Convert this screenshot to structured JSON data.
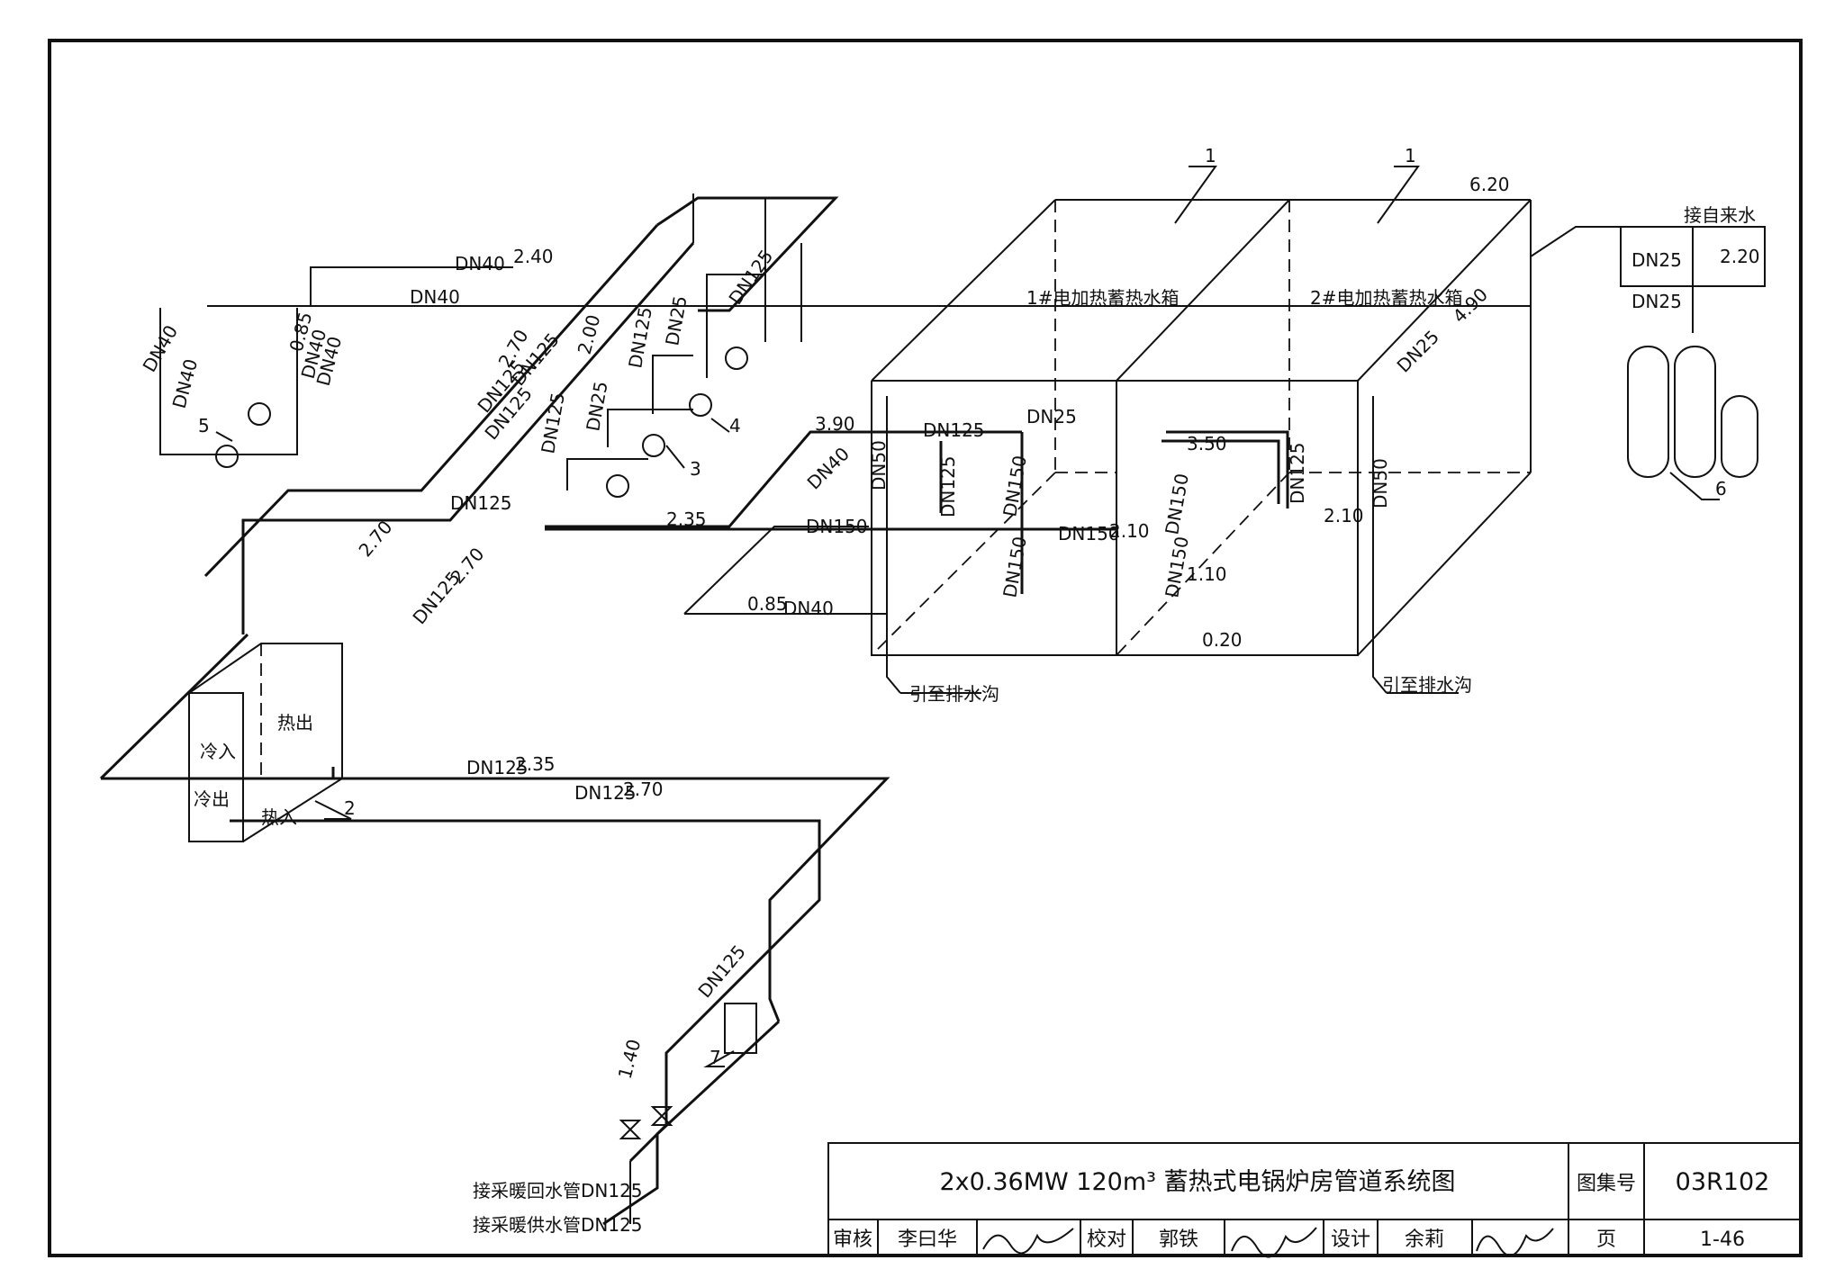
{
  "labels": {
    "dn40_a": "DN40",
    "elev_240": "2.40",
    "dn40_b": "DN40",
    "dn40_c": "DN40",
    "dn40_d": "DN40",
    "dn40_e": "DN40",
    "elev_085a": "0.85",
    "dn40_f": "DN40",
    "elev_270a": "2.70",
    "dn125_a": "DN125",
    "dn125_b": "DN125",
    "elev_200": "2.00",
    "dn125_c": "DN125",
    "dn25_a": "DN25",
    "dn125_d": "DN125",
    "dn125_e": "DN125",
    "dn25_b": "DN25",
    "dn125_f": "DN125",
    "dn125_g": "DN125",
    "elev_270b": "2.70",
    "dn125_h": "DN125",
    "elev_270c": "2.70",
    "elev_235a": "2.35",
    "dn150_a": "DN150",
    "dn40_g": "DN40",
    "elev_390": "3.90",
    "dn125_i": "DN125",
    "dn125_j": "DN125",
    "dn50_a": "DN50",
    "dn25_c": "DN25",
    "dn150_b": "DN150",
    "dn150_c": "DN150",
    "dn150_d": "DN150",
    "elev_210a": "2.10",
    "elev_350": "3.50",
    "dn150_e": "DN150",
    "dn150_f": "DN150",
    "elev_110": "1.10",
    "dn125_k": "DN125",
    "elev_210b": "2.10",
    "dn50_b": "DN50",
    "elev_085b": "0.85",
    "dn40_h": "DN40",
    "elev_020": "0.20",
    "drain_a": "引至排水沟",
    "drain_b": "引至排水沟",
    "tank1": "1#电加热蓄热水箱",
    "tank2": "2#电加热蓄热水箱",
    "elev_620": "6.20",
    "dn25_d": "DN25",
    "elev_490": "4.90",
    "city_water": "接自来水",
    "dn25_e": "DN25",
    "elev_220": "2.20",
    "dn25_f": "DN25",
    "tag1a": "1",
    "tag1b": "1",
    "tag2": "2",
    "tag3": "3",
    "tag4": "4",
    "tag5": "5",
    "tag6": "6",
    "tag7": "7",
    "hot_out": "热出",
    "cold_in": "冷入",
    "cold_out": "冷出",
    "hot_in": "热入",
    "dn125_l": "DN125",
    "elev_235b": "2.35",
    "dn125_m": "DN125",
    "elev_270d": "2.70",
    "dn125_n": "DN125",
    "elev_140": "1.40",
    "return_pipe": "接采暖回水管DN125",
    "supply_pipe": "接采暖供水管DN125"
  },
  "title_block": {
    "title": "2x0.36MW 120m³ 蓄热式电锅炉房管道系统图",
    "atlas_label": "图集号",
    "atlas_no": "03R102",
    "review_label": "审核",
    "reviewer": "李曰华",
    "check_label": "校对",
    "checker": "郭铁",
    "design_label": "设计",
    "designer": "余莉",
    "page_label": "页",
    "page_no": "1-46"
  }
}
